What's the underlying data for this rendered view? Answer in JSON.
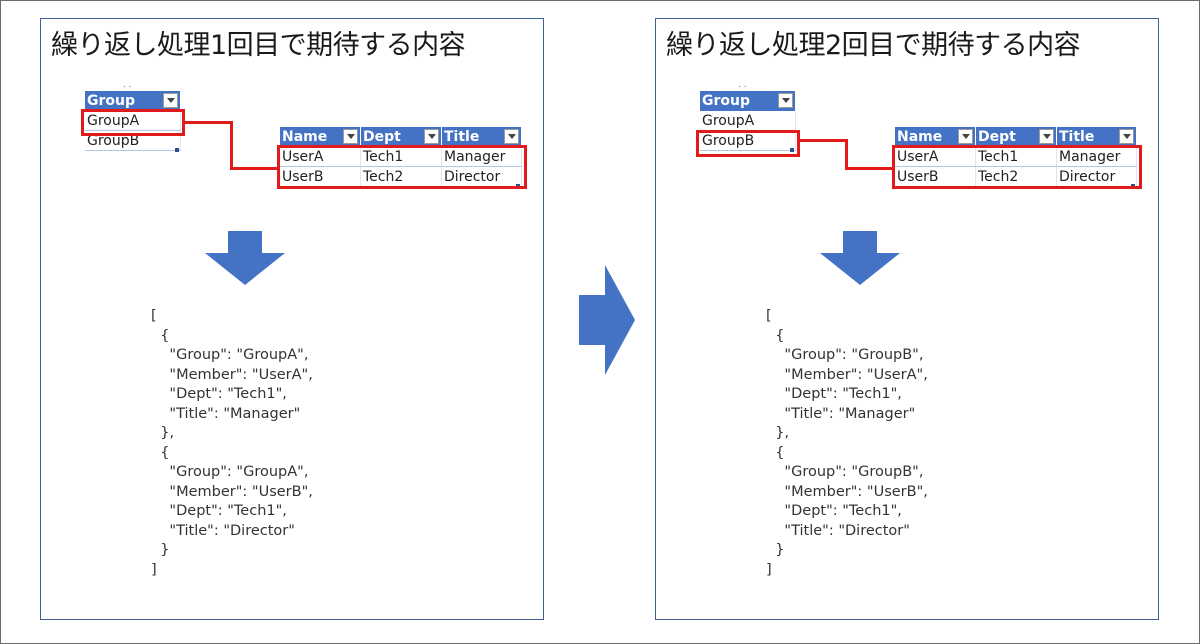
{
  "colors": {
    "panel_border": "#3f5f9a",
    "header_blue": "#4472c4",
    "highlight_red": "#e11b1b",
    "arrow_blue": "#4472c4"
  },
  "panels": [
    {
      "title": "繰り返し処理1回目で期待する内容",
      "group_table": {
        "header": "Group",
        "rows": [
          "GroupA",
          "GroupB"
        ],
        "selected_index": 0
      },
      "member_table": {
        "headers": [
          "Name",
          "Dept",
          "Title"
        ],
        "rows": [
          [
            "UserA",
            "Tech1",
            "Manager"
          ],
          [
            "UserB",
            "Tech2",
            "Director"
          ]
        ]
      },
      "json_lines": [
        "[",
        "  {",
        "    \"Group\": \"GroupA\",",
        "    \"Member\": \"UserA\",",
        "    \"Dept\": \"Tech1\",",
        "    \"Title\": \"Manager\"",
        "  },",
        "  {",
        "    \"Group\": \"GroupA\",",
        "    \"Member\": \"UserB\",",
        "    \"Dept\": \"Tech1\",",
        "    \"Title\": \"Director\"",
        "  }",
        "]"
      ]
    },
    {
      "title": "繰り返し処理2回目で期待する内容",
      "group_table": {
        "header": "Group",
        "rows": [
          "GroupA",
          "GroupB"
        ],
        "selected_index": 1
      },
      "member_table": {
        "headers": [
          "Name",
          "Dept",
          "Title"
        ],
        "rows": [
          [
            "UserA",
            "Tech1",
            "Manager"
          ],
          [
            "UserB",
            "Tech2",
            "Director"
          ]
        ]
      },
      "json_lines": [
        "[",
        "  {",
        "    \"Group\": \"GroupB\",",
        "    \"Member\": \"UserA\",",
        "    \"Dept\": \"Tech1\",",
        "    \"Title\": \"Manager\"",
        "  },",
        "  {",
        "    \"Group\": \"GroupB\",",
        "    \"Member\": \"UserB\",",
        "    \"Dept\": \"Tech1\",",
        "    \"Title\": \"Director\"",
        "  }",
        "]"
      ]
    }
  ]
}
